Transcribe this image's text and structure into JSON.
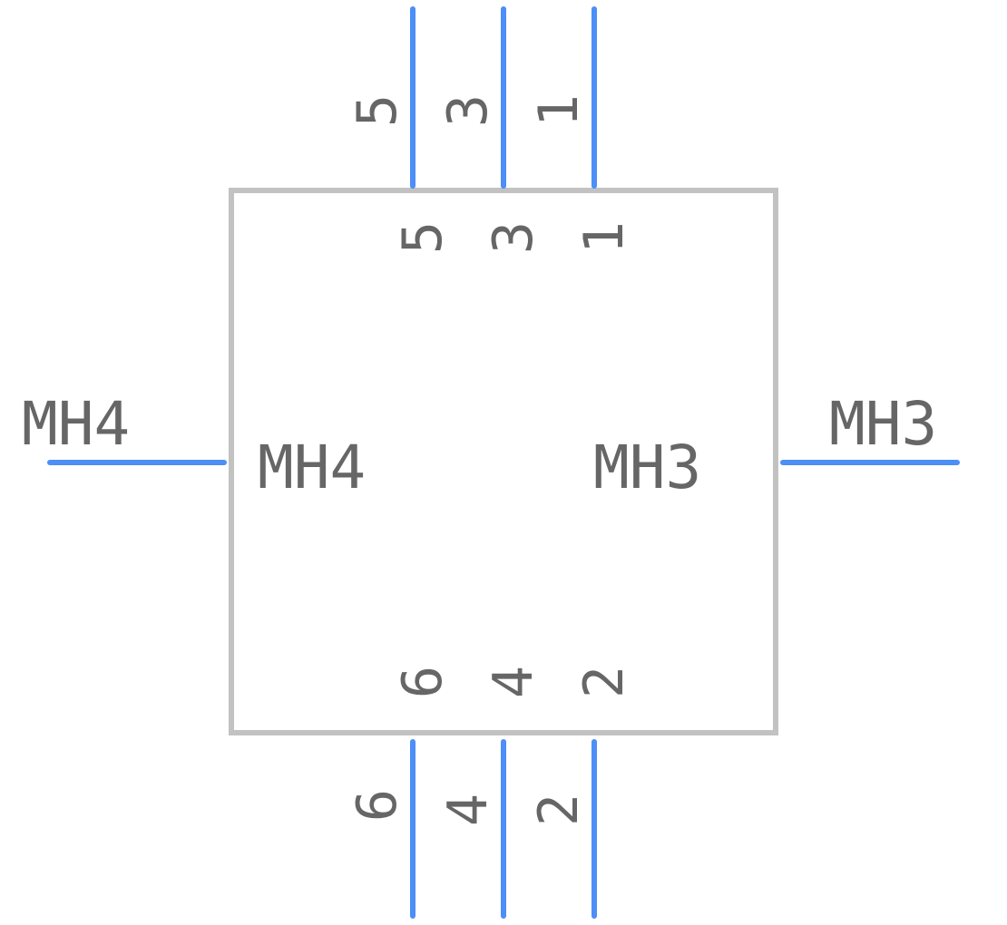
{
  "colors": {
    "pin": "#4d8ef7",
    "body_outline": "#c2c2c2",
    "text": "#666666",
    "background": "#ffffff"
  },
  "pins": {
    "top": [
      {
        "number": "5",
        "name": "5"
      },
      {
        "number": "3",
        "name": "3"
      },
      {
        "number": "1",
        "name": "1"
      }
    ],
    "bottom": [
      {
        "number": "6",
        "name": "6"
      },
      {
        "number": "4",
        "name": "4"
      },
      {
        "number": "2",
        "name": "2"
      }
    ],
    "left": {
      "number": "MH4",
      "name": "MH4"
    },
    "right": {
      "number": "MH3",
      "name": "MH3"
    }
  }
}
